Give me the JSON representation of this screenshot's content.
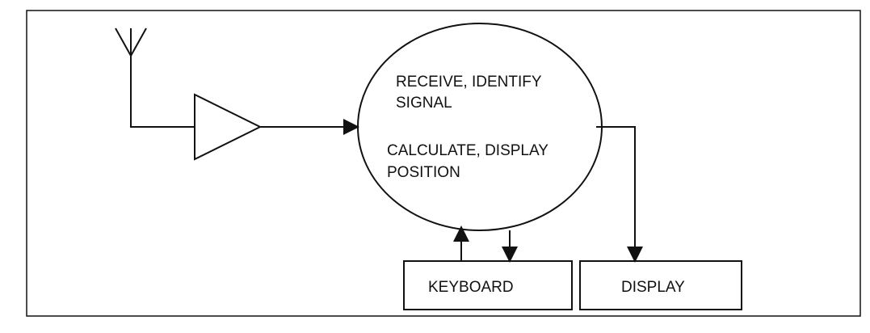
{
  "process": {
    "line1": "RECEIVE, IDENTIFY",
    "line2": "SIGNAL",
    "line3": "CALCULATE, DISPLAY",
    "line4": "POSITION"
  },
  "keyboard": {
    "label": "KEYBOARD"
  },
  "display": {
    "label": "DISPLAY"
  }
}
